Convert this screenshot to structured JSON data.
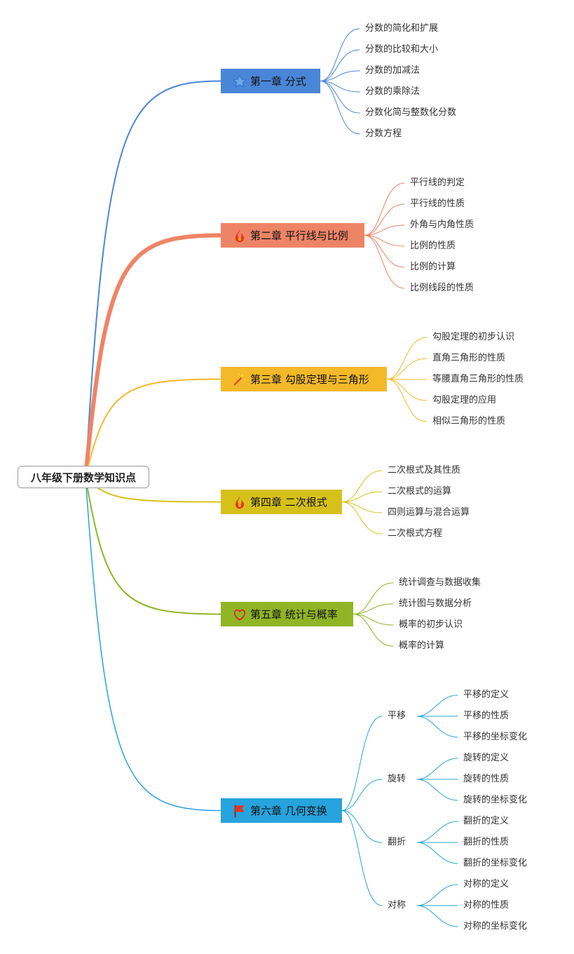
{
  "root": "八年级下册数学知识点",
  "chapters": [
    {
      "title": "第一章 分式",
      "icon": "star-icon",
      "color": "#4a86d8",
      "items": [
        "分数的简化和扩展",
        "分数的比较和大小",
        "分数的加减法",
        "分数的乘除法",
        "分数化简与整数化分数",
        "分数方程"
      ]
    },
    {
      "title": "第二章 平行线与比例",
      "icon": "fire-icon",
      "color": "#ee8466",
      "items": [
        "平行线的判定",
        "平行线的性质",
        "外角与内角性质",
        "比例的性质",
        "比例的计算",
        "比例线段的性质"
      ]
    },
    {
      "title": "第三章 勾股定理与三角形",
      "icon": "magic-wand-icon",
      "color": "#f3b929",
      "items": [
        "勾股定理的初步认识",
        "直角三角形的性质",
        "等腰直角三角形的性质",
        "勾股定理的应用",
        "相似三角形的性质"
      ]
    },
    {
      "title": "第四章 二次根式",
      "icon": "fire-icon",
      "color": "#d6c11a",
      "items": [
        "二次根式及其性质",
        "二次根式的运算",
        "四则运算与混合运算",
        "二次根式方程"
      ]
    },
    {
      "title": "第五章 统计与概率",
      "icon": "heart-icon",
      "color": "#90b524",
      "items": [
        "统计调查与数据收集",
        "统计图与数据分析",
        "概率的初步认识",
        "概率的计算"
      ]
    },
    {
      "title": "第六章 几何变换",
      "icon": "flag-icon",
      "color": "#27a3dd",
      "groups": [
        {
          "name": "平移",
          "items": [
            "平移的定义",
            "平移的性质",
            "平移的坐标变化"
          ]
        },
        {
          "name": "旋转",
          "items": [
            "旋转的定义",
            "旋转的性质",
            "旋转的坐标变化"
          ]
        },
        {
          "name": "翻折",
          "items": [
            "翻折的定义",
            "翻折的性质",
            "翻折的坐标变化"
          ]
        },
        {
          "name": "对称",
          "items": [
            "对称的定义",
            "对称的性质",
            "对称的坐标变化"
          ]
        }
      ]
    }
  ]
}
